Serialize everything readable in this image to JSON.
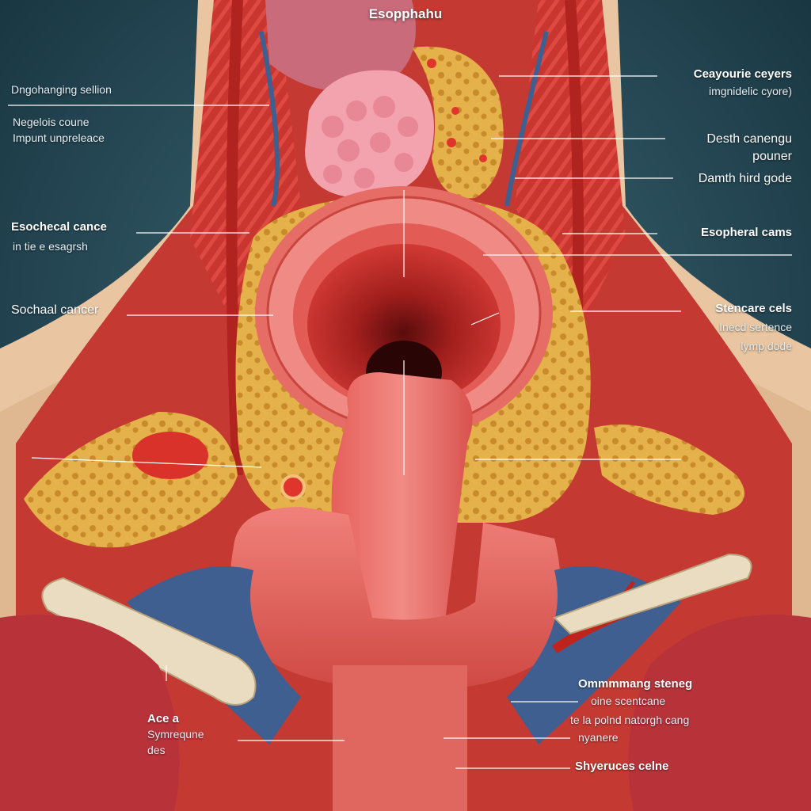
{
  "title": "Esopphahu",
  "colors": {
    "background": "#1d3d4a",
    "tissue_red": "#d9413b",
    "mucosa_pink": "#e9706c",
    "fat_yellow": "#e8b546",
    "vein_blue": "#3e5f8f",
    "bone": "#eadcc0"
  },
  "labels": {
    "left": {
      "l1": "Dngohanging sellion",
      "l2a": "Negelois coune",
      "l2b": "Impunt unpreleace",
      "l3a": "Esochecal cance",
      "l3b": "in tie e esagrsh",
      "l4": "Sochaal cancer",
      "l5a": "Ace a",
      "l5b": "Symrequne",
      "l5c": "des"
    },
    "right": {
      "r1a": "Ceayourie ceyers",
      "r1b": "imgnidelic cyore)",
      "r2a": "Desth canengu",
      "r2b": "pouner",
      "r3": "Damth hird gode",
      "r4": "Esopheral cams",
      "r5a": "Stencare cels",
      "r5b": "Inecd sertence",
      "r5c": "lymp dode",
      "r6a": "Ommmmang steneg",
      "r6b": "oine scentcane",
      "r6c": "te la polnd natorgh cang",
      "r6d": "nyanere",
      "r7": "Shyeruces celne"
    }
  }
}
